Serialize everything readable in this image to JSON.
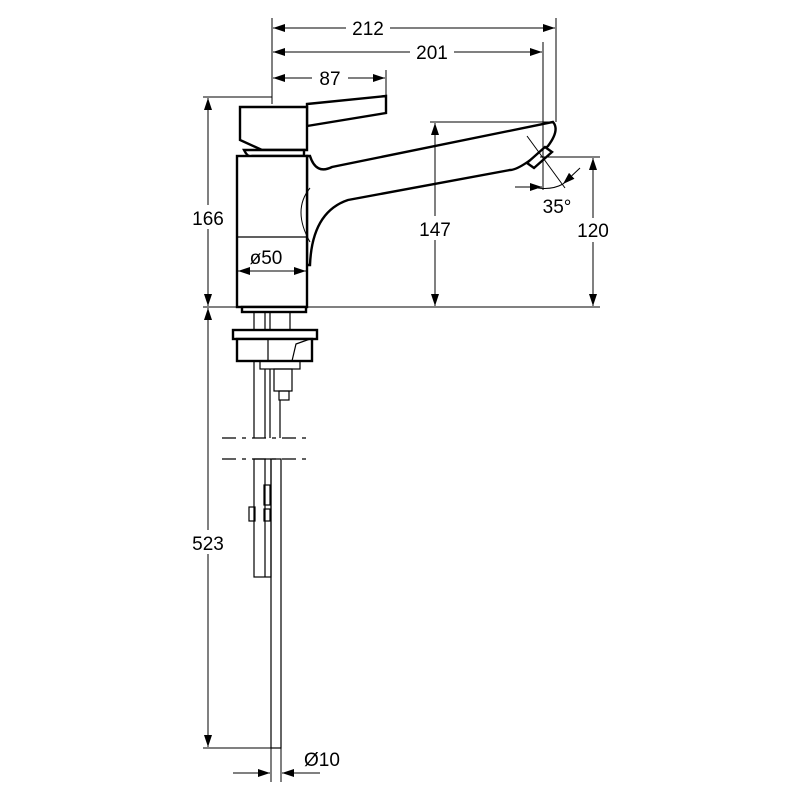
{
  "drawing": {
    "title": "Faucet dimension drawing",
    "dimensions": {
      "overall_reach": "212",
      "spout_reach": "201",
      "lever_reach": "87",
      "total_height": "166",
      "spout_height": "147",
      "outlet_height": "120",
      "spray_angle": "35°",
      "body_diameter": "ø50",
      "shank_length": "523",
      "hose_diameter": "Ø10"
    },
    "colors": {
      "line": "#000000",
      "background": "#ffffff"
    }
  }
}
